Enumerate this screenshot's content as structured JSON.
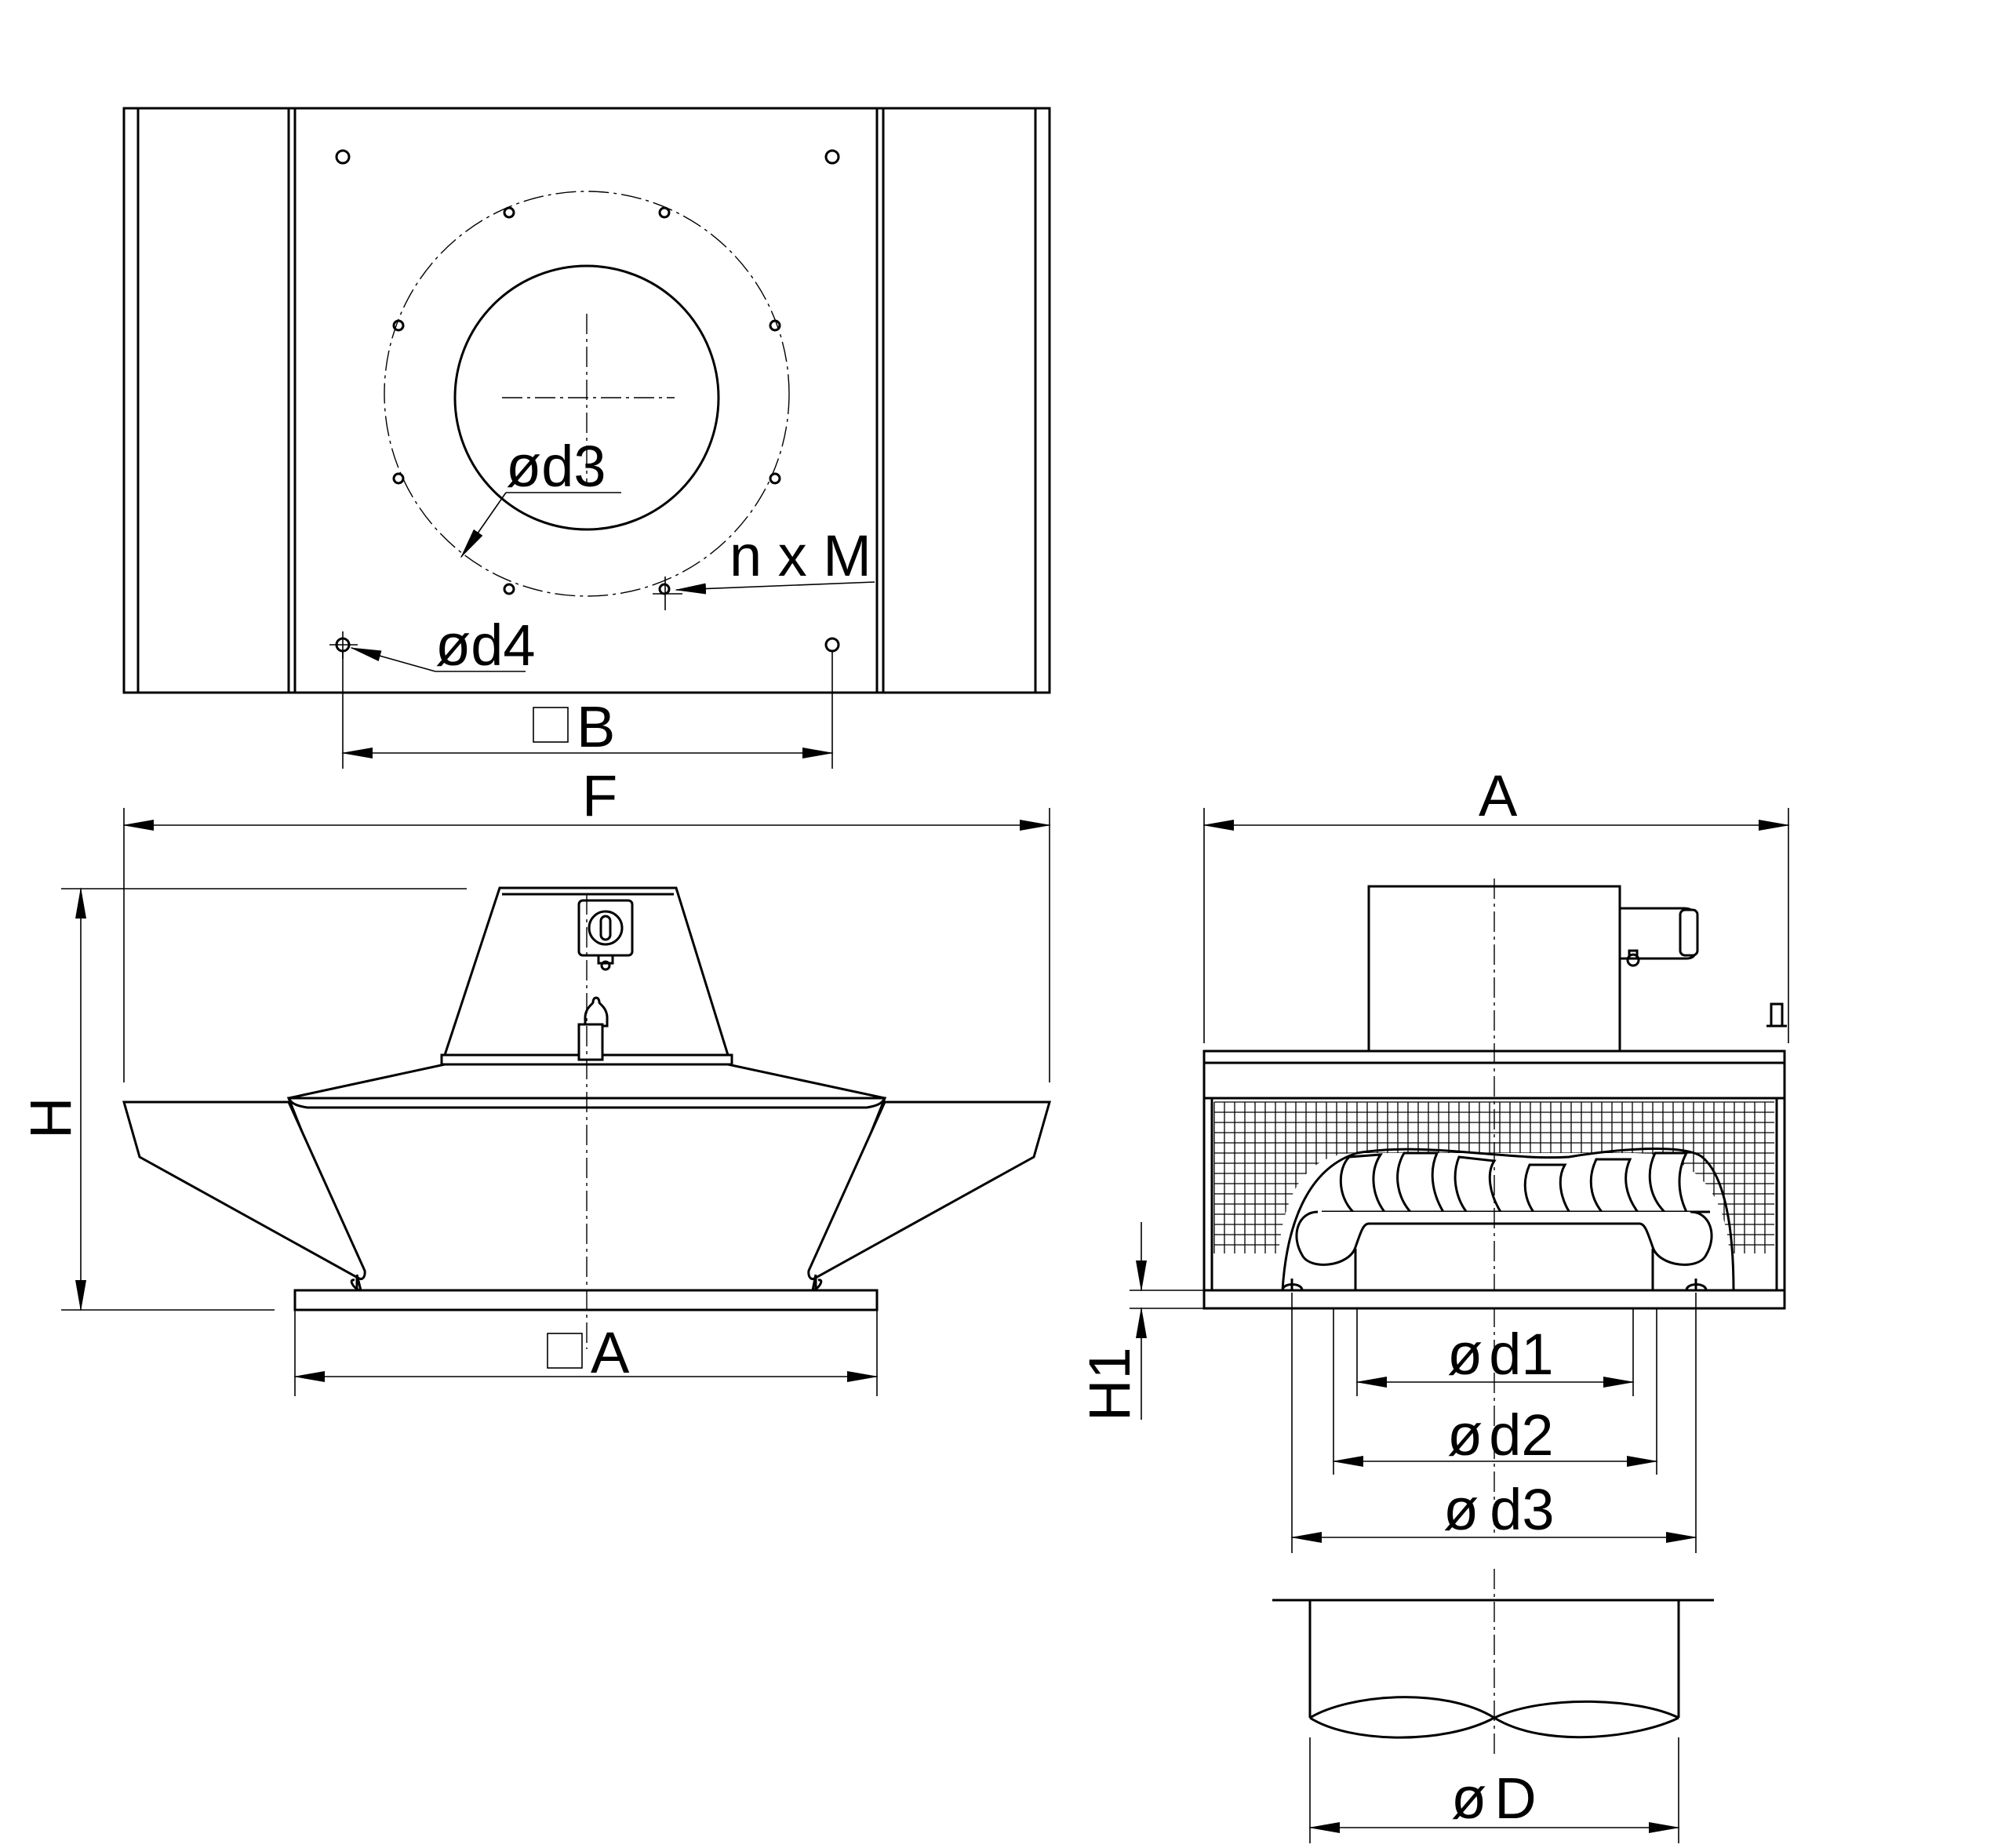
{
  "labels": {
    "top_d3": "d3",
    "top_nxm": "n x M",
    "top_d4": "d4",
    "top_B": "B",
    "front_F": "F",
    "front_H": "H",
    "front_A": "A",
    "side_A": "A",
    "side_H1": "H1",
    "side_d1": "d1",
    "side_d2": "d2",
    "side_d3": "d3",
    "bottom_D": "D"
  },
  "symbols": {
    "diameter": "ø",
    "square": "□"
  }
}
